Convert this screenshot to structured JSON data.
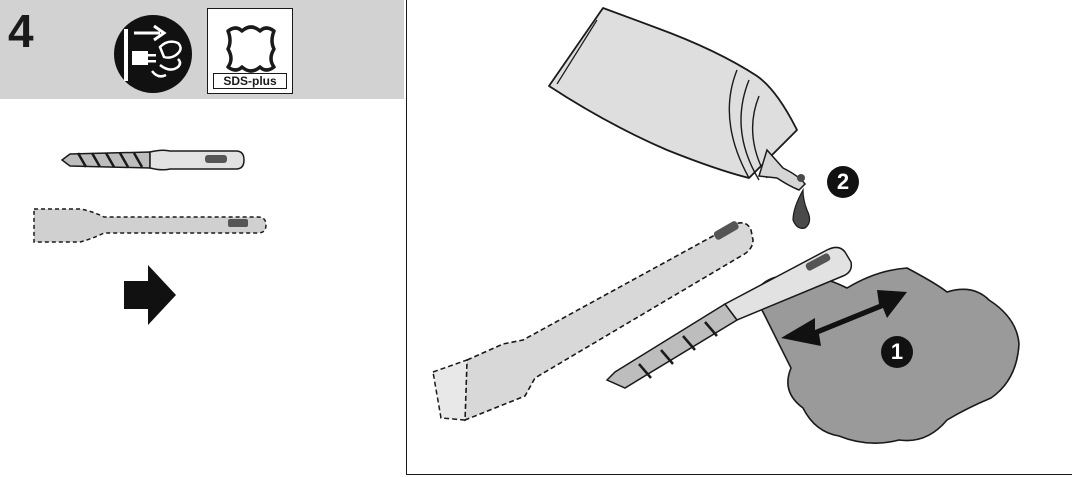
{
  "step": {
    "number": "4"
  },
  "badges": {
    "unplug_icon": "unplug-power-icon",
    "sds_icon": "sds-plus-shank-icon",
    "sds_label": "SDS-plus"
  },
  "callouts": {
    "first": "1",
    "second": "2"
  },
  "colors": {
    "header_bg": "#d2d2d2",
    "ink": "#1a1a1a",
    "cloth": "#9a9a9a",
    "tool_grey": "#c9c9c9"
  }
}
